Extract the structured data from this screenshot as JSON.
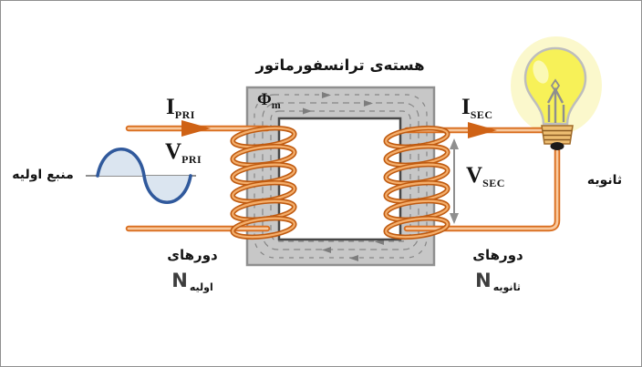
{
  "diagram": {
    "core_title": "هسته‌ی ترانسفورماتور",
    "flux": {
      "main": "Φ",
      "sub": "m"
    },
    "primary": {
      "current": {
        "main": "I",
        "sub": "PRI"
      },
      "voltage": {
        "main": "V",
        "sub": "PRI"
      },
      "source_label": "منبع اولیه",
      "turns_title": "دورهای",
      "turns": {
        "main": "N",
        "sub": "اولیه"
      }
    },
    "secondary": {
      "current": {
        "main": "I",
        "sub": "SEC"
      },
      "voltage": {
        "main": "V",
        "sub": "SEC"
      },
      "load_label": "ثانویه",
      "turns_title": "دورهای",
      "turns": {
        "main": "N",
        "sub": "ثانویه"
      }
    },
    "icons": {
      "bulb": "light-bulb",
      "source": "ac-sine-wave",
      "flux": "flux-circulation-arrows",
      "measure": "double-headed-arrow"
    },
    "colors": {
      "wire_orange": "#d96d1e",
      "wire_highlight": "#f8c99e",
      "arrow_orange": "#cf6215",
      "core_gray": "#c7c7c7",
      "core_border": "#8f8f8f",
      "window_border": "#474747",
      "flux_gray": "#858585",
      "sine_blue": "#30599c",
      "sine_fill": "#dbe5f0",
      "bulb_yellow": "#f7f158",
      "bulb_base": "#edbe72",
      "measure_gray": "#8f8f8f"
    }
  }
}
